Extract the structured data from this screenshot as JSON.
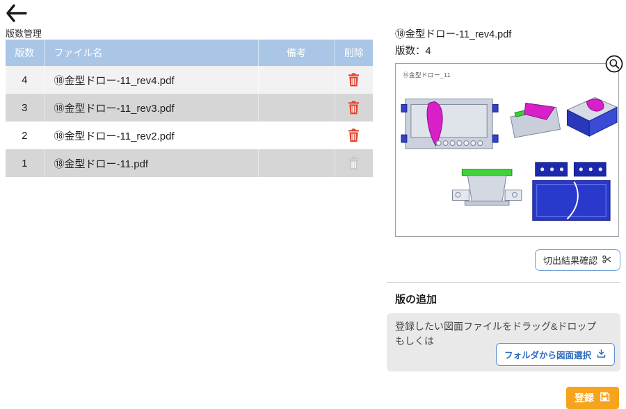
{
  "header": {
    "title": "版数管理"
  },
  "table": {
    "columns": [
      "版数",
      "ファイル名",
      "備考",
      "削除"
    ],
    "rows": [
      {
        "version": "4",
        "filename": "⑱金型ドロー-11_rev4.pdf",
        "note": ""
      },
      {
        "version": "3",
        "filename": "⑱金型ドロー-11_rev3.pdf",
        "note": ""
      },
      {
        "version": "2",
        "filename": "⑱金型ドロー-11_rev2.pdf",
        "note": ""
      },
      {
        "version": "1",
        "filename": "⑱金型ドロー-11.pdf",
        "note": ""
      }
    ]
  },
  "preview": {
    "filename": "⑱金型ドロー-11_rev4.pdf",
    "version_label": "版数：4",
    "drawing_label": "⑱金型ドロー_11",
    "cutout_button": "切出結果確認"
  },
  "add_section": {
    "heading": "版の追加",
    "drop_text_line1": "登録したい図面ファイルをドラッグ&ドロップ",
    "drop_text_line2": "もしくは",
    "folder_button": "フォルダから図面選択",
    "register_button": "登録"
  },
  "colors": {
    "table_header_bg": "#a9c6e6",
    "row_alt_gray": "#d6d6d6",
    "accent_blue": "#5b8fd4",
    "delete_red": "#e0472e",
    "register_orange": "#f7a41d"
  }
}
